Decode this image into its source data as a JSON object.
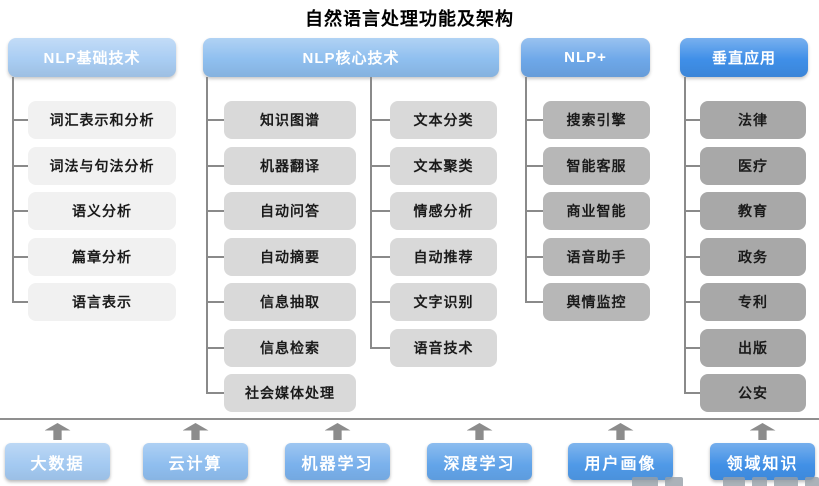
{
  "title": "自然语言处理功能及架构",
  "columns": [
    {
      "header": "NLP基础技术",
      "header_color": "#a9cdf3",
      "item_color": "#f1f1f1",
      "groups": [
        [
          "词汇表示和分析",
          "词法与句法分析",
          "语义分析",
          "篇章分析",
          "语言表示"
        ]
      ]
    },
    {
      "header": "NLP核心技术",
      "header_color": "#8fbfef",
      "item_color": "#d9d9d9",
      "groups": [
        [
          "知识图谱",
          "机器翻译",
          "自动问答",
          "自动摘要",
          "信息抽取",
          "信息检索",
          "社会媒体处理"
        ],
        [
          "文本分类",
          "文本聚类",
          "情感分析",
          "自动推荐",
          "文字识别",
          "语音技术"
        ]
      ]
    },
    {
      "header": "NLP+",
      "header_color": "#6ea8e9",
      "item_color": "#b7b7b7",
      "groups": [
        [
          "搜索引擎",
          "智能客服",
          "商业智能",
          "语音助手",
          "舆情监控"
        ]
      ]
    },
    {
      "header": "垂直应用",
      "header_color": "#3f8fe8",
      "item_color": "#a8a8a8",
      "groups": [
        [
          "法律",
          "医疗",
          "教育",
          "政务",
          "专利",
          "出版",
          "公安"
        ]
      ]
    }
  ],
  "foundation": [
    {
      "label": "大数据",
      "color": "#a3c9f1"
    },
    {
      "label": "云计算",
      "color": "#8fbeef"
    },
    {
      "label": "机器学习",
      "color": "#7ab1ec"
    },
    {
      "label": "深度学习",
      "color": "#62a4e9"
    },
    {
      "label": "用户画像",
      "color": "#4f99e7"
    },
    {
      "label": "领域知识",
      "color": "#4190e6"
    }
  ],
  "header_text_color": "#ffffff",
  "item_text_color": "#1a1a1a",
  "foundation_text_color": "#ffffff",
  "connector_color": "#8a8a8a",
  "separator_color": "#8f8f8f",
  "arrow_color": "#8c8c8c"
}
